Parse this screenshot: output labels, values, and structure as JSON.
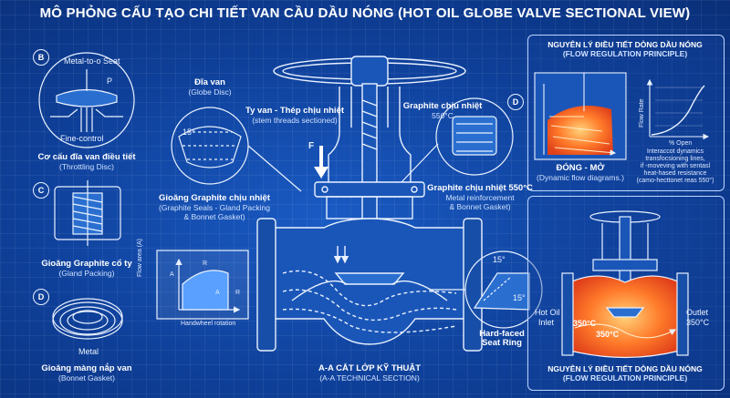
{
  "title": "MÔ PHỎNG CẤU TẠO CHI TIẾT VAN CẦU DẦU NÓNG (HOT OIL GLOBE VALVE SECTIONAL VIEW)",
  "badges": {
    "b1": "B",
    "c1": "C",
    "d1": "D",
    "d2": "D"
  },
  "throttling": {
    "top_label": "Metal-to-o Seat",
    "p_label": "P",
    "fine": "Fine-control",
    "title_vi": "Cơ cấu đĩa van điều tiết",
    "title_en": "(Throttling Disc)"
  },
  "gland": {
    "title_vi": "Gioăng Graphite cổ ty",
    "title_en": "(Gland Packing)"
  },
  "bonnet": {
    "metal": "Metal",
    "title_vi": "Gioăng màng nắp van",
    "title_en": "(Bonnet Gasket)"
  },
  "disc": {
    "title_vi": "Đĩa van",
    "title_en": "(Globe Disc)",
    "angle": "15°"
  },
  "stem": {
    "title_vi": "Ty van - Thép chịu nhiệt",
    "title_en": "(stem threads sectioned)"
  },
  "graphite_top": {
    "title_vi": "Graphite chịu nhiệt",
    "temp": "550°C"
  },
  "graphite_right": {
    "title_vi": "Graphite chịu nhiệt 550°C",
    "line1": "Metal reinforcement",
    "line2": "& Bonnet Gasket)"
  },
  "graphite_left": {
    "title_vi": "Gioăng Graphite chịu nhiệt",
    "line1": "(Graphite Seals - Gland Packing",
    "line2": "& Bonnet Gasket)"
  },
  "force": {
    "label": "F"
  },
  "flow_chart": {
    "ylabel": "Flow area (A)",
    "xlabel": "Handwheel rotation",
    "a_top": "A",
    "a_mid": "A",
    "r_top": "R",
    "r_right": "R"
  },
  "section": {
    "title_vi": "A-A CẮT LỚP KỸ THUẬT",
    "title_en": "(A-A TECHNICAL SECTION)"
  },
  "seat_ring": {
    "title1": "Hard-faced",
    "title2": "Seat Ring",
    "angle_top": "15°",
    "angle_right": "15°"
  },
  "flow_principle_top": {
    "title_vi": "NGUYÊN LÝ ĐIỀU TIẾT DÒNG DẦU NÓNG",
    "title_en": "(FLOW REGULATION PRINCIPLE)",
    "open_close": "ĐÓNG - MỞ",
    "dynamic": "(Dynamic flow diagrams.)",
    "graph_ylabel": "Flow Rate",
    "graph_xlabel": "% Open",
    "note1": "Interaccot dynamics",
    "note2": "transfocsioning lines,",
    "note3": "if -moveving with sentasl",
    "note4": "heat-hased resistance",
    "note5": "(camo-hecttonet reas 550°)"
  },
  "flow_principle_bottom": {
    "inlet1": "Hot Oil",
    "inlet2": "Inlet",
    "outlet1": "Outlet",
    "outlet2": "350°C",
    "temp_left": "350°C",
    "temp_mid": "350°C",
    "title_vi": "NGUYÊN LÝ ĐIỀU TIẾT DÒNG DẦU NÓNG",
    "title_en": "(FLOW REGULATION PRINCIPLE)"
  },
  "colors": {
    "background": "#0e3f98",
    "line": "#eaf2ff",
    "hot": "#ff5a1f",
    "hot_light": "#ffb347"
  }
}
